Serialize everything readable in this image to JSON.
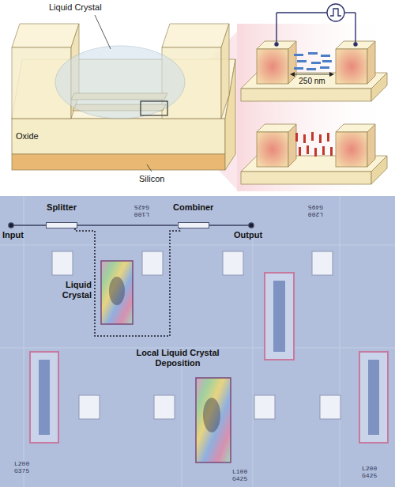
{
  "diagram": {
    "nodes": [
      {
        "text": [
          "Splitter"
        ]
      },
      {
        "text": [
          "Combiner"
        ]
      }
    ],
    "edges": [
      {
        "from": 0,
        "to": 1,
        "arrow": "none"
      },
      {
        "from": 0,
        "to": 1,
        "arrow": "none"
      }
    ],
    "labels": [
      "Liquid Crystal",
      "250 nm",
      "Oxide",
      "Silicon",
      "L100 G425",
      "L200 G495",
      "Input",
      "Output",
      "Liquid Crystal",
      "Local Liquid Crystal Deposition",
      "L200 G375",
      "L100 G425",
      "L200 G425"
    ]
  }
}
